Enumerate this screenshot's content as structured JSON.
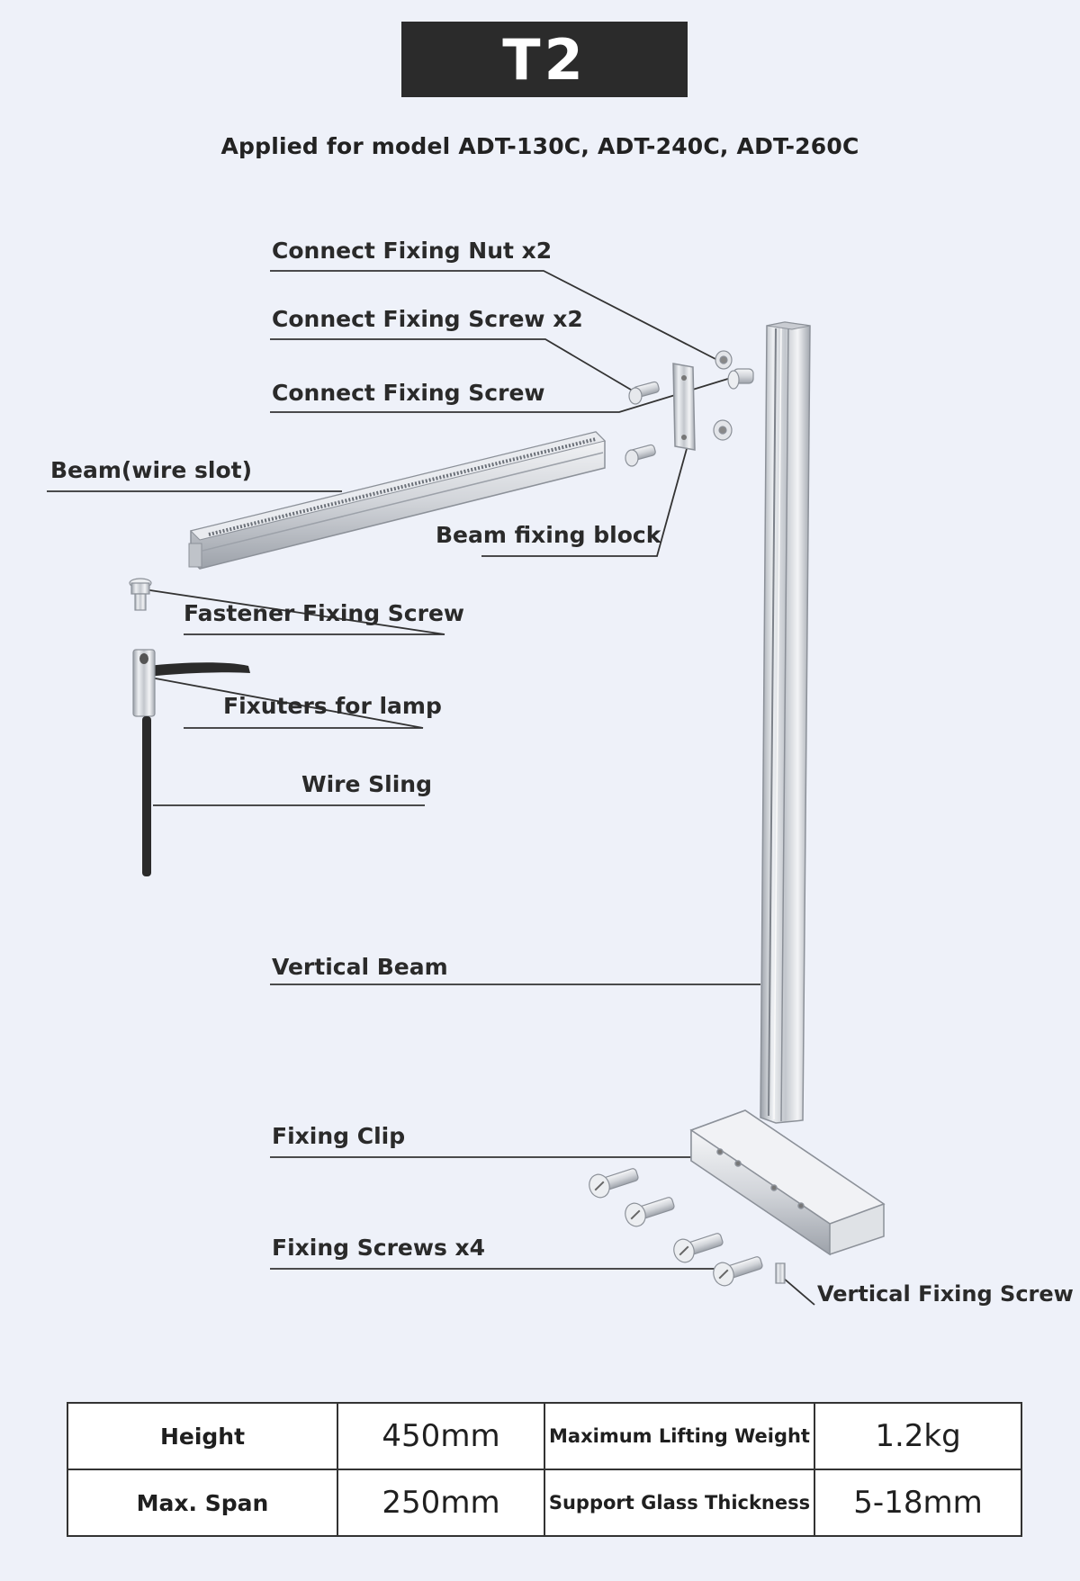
{
  "title": "T2",
  "subtitle": "Applied for model ADT-130C, ADT-240C, ADT-260C",
  "labels": {
    "connect_fixing_nut": "Connect Fixing Nut x2",
    "connect_fixing_screw_x2": "Connect Fixing Screw x2",
    "connect_fixing_screw": "Connect Fixing Screw",
    "beam_wire_slot": "Beam(wire slot)",
    "beam_fixing_block": "Beam fixing block",
    "fastener_fixing_screw": "Fastener Fixing Screw",
    "fixuters_for_lamp": "Fixuters for lamp",
    "wire_sling": "Wire Sling",
    "vertical_beam": "Vertical Beam",
    "fixing_clip": "Fixing Clip",
    "fixing_screws": "Fixing Screws x4",
    "vertical_fixing_screw": "Vertical Fixing Screw"
  },
  "specs": {
    "row1": {
      "label1": "Height",
      "value1": "450mm",
      "label2": "Maximum Lifting Weight",
      "value2": "1.2kg"
    },
    "row2": {
      "label1": "Max. Span",
      "value1": "250mm",
      "label2": "Support Glass Thickness",
      "value2": "5-18mm"
    }
  }
}
